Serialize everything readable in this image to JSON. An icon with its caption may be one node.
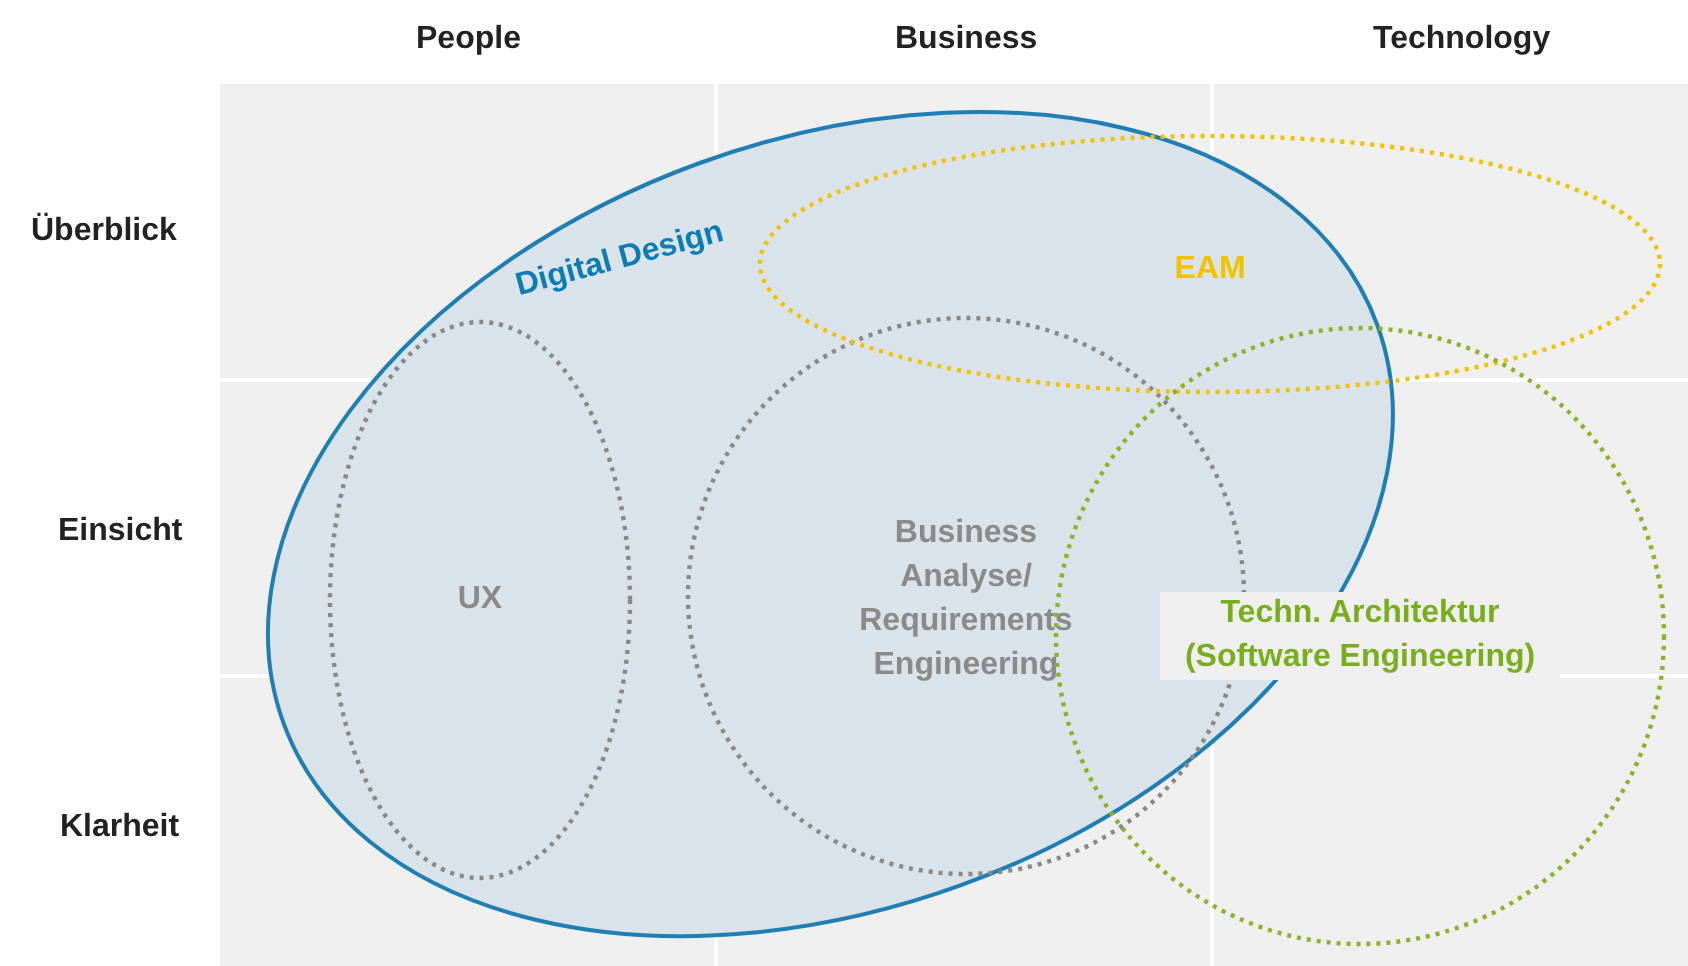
{
  "diagram": {
    "nodes": [
      {
        "text": [
          "Digital Design"
        ]
      },
      {
        "text": [
          "EAM"
        ]
      },
      {
        "text": [
          "UX"
        ],
        "in": 0
      },
      {
        "text": [
          "Business Analyse/ Requirements Engineering"
        ],
        "in": 0
      },
      {
        "text": [
          "Techn. Architektur (Software Engineering)"
        ]
      }
    ],
    "edges": [],
    "labels": [
      "People",
      "Business",
      "Technology",
      "Überblick",
      "Einsicht",
      "Klarheit"
    ]
  }
}
